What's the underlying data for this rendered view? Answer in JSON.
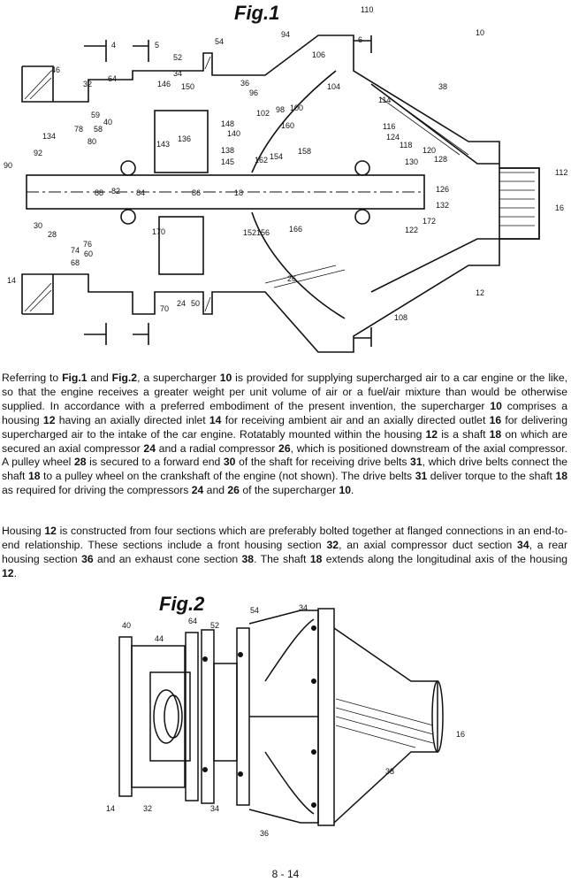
{
  "figure1": {
    "title": "Fig.1",
    "labels": [
      "110",
      "10",
      "94",
      "54",
      "6",
      "4",
      "5",
      "52",
      "46",
      "32",
      "64",
      "146",
      "34",
      "150",
      "36",
      "96",
      "106",
      "104",
      "38",
      "114",
      "59",
      "40",
      "78",
      "58",
      "148",
      "140",
      "102",
      "98",
      "100",
      "160",
      "116",
      "124",
      "118",
      "120",
      "130",
      "128",
      "112",
      "134",
      "80",
      "136",
      "143",
      "138",
      "145",
      "162",
      "154",
      "158",
      "92",
      "90",
      "88",
      "82",
      "84",
      "86",
      "18",
      "126",
      "132",
      "16",
      "172",
      "122",
      "30",
      "28",
      "76",
      "74",
      "60",
      "68",
      "170",
      "152",
      "156",
      "166",
      "14",
      "26",
      "12",
      "70",
      "24",
      "50",
      "108"
    ]
  },
  "paragraph1": [
    {
      "t": "Referring to ",
      "b": false
    },
    {
      "t": "Fig.1",
      "b": true
    },
    {
      "t": " and ",
      "b": false
    },
    {
      "t": "Fig.2",
      "b": true
    },
    {
      "t": ", a supercharger ",
      "b": false
    },
    {
      "t": "10",
      "b": true
    },
    {
      "t": " is provided for supplying supercharged air to a car engine or the like, so that the engine receives a greater weight per unit volume of air or a fuel/air mixture than would be otherwise supplied.  In accordance with a preferred embodiment of the present invention, the supercharger ",
      "b": false
    },
    {
      "t": "10",
      "b": true
    },
    {
      "t": " comprises a housing ",
      "b": false
    },
    {
      "t": "12",
      "b": true
    },
    {
      "t": " having an axially directed inlet ",
      "b": false
    },
    {
      "t": "14",
      "b": true
    },
    {
      "t": " for receiving ambient air and an axially directed outlet ",
      "b": false
    },
    {
      "t": "16",
      "b": true
    },
    {
      "t": " for delivering supercharged air to the intake of the car engine.  Rotatably mounted within the housing ",
      "b": false
    },
    {
      "t": "12",
      "b": true
    },
    {
      "t": " is a shaft ",
      "b": false
    },
    {
      "t": "18",
      "b": true
    },
    {
      "t": " on which are secured an axial compressor ",
      "b": false
    },
    {
      "t": "24",
      "b": true
    },
    {
      "t": " and a radial compressor ",
      "b": false
    },
    {
      "t": "26",
      "b": true
    },
    {
      "t": ", which is positioned downstream of the axial compressor.  A pulley wheel ",
      "b": false
    },
    {
      "t": "28",
      "b": true
    },
    {
      "t": " is secured to a forward end ",
      "b": false
    },
    {
      "t": "30",
      "b": true
    },
    {
      "t": " of the shaft for receiving drive belts ",
      "b": false
    },
    {
      "t": "31",
      "b": true
    },
    {
      "t": ", which drive belts connect the shaft ",
      "b": false
    },
    {
      "t": "18",
      "b": true
    },
    {
      "t": " to a pulley wheel on the crankshaft of the engine (not shown).  The drive belts ",
      "b": false
    },
    {
      "t": "31",
      "b": true
    },
    {
      "t": " deliver torque to the shaft ",
      "b": false
    },
    {
      "t": "18",
      "b": true
    },
    {
      "t": " as required for driving the compressors ",
      "b": false
    },
    {
      "t": "24",
      "b": true
    },
    {
      "t": " and ",
      "b": false
    },
    {
      "t": "26",
      "b": true
    },
    {
      "t": " of the supercharger ",
      "b": false
    },
    {
      "t": "10",
      "b": true
    },
    {
      "t": ".",
      "b": false
    }
  ],
  "paragraph2": [
    {
      "t": "Housing ",
      "b": false
    },
    {
      "t": "12",
      "b": true
    },
    {
      "t": " is constructed from four sections which are preferably bolted together at flanged connections in an end-to-end relationship. These sections include a front housing section ",
      "b": false
    },
    {
      "t": "32",
      "b": true
    },
    {
      "t": ", an axial compressor duct section ",
      "b": false
    },
    {
      "t": "34",
      "b": true
    },
    {
      "t": ", a rear housing section ",
      "b": false
    },
    {
      "t": "36",
      "b": true
    },
    {
      "t": " and an exhaust cone section ",
      "b": false
    },
    {
      "t": "38",
      "b": true
    },
    {
      "t": ".  The shaft ",
      "b": false
    },
    {
      "t": "18",
      "b": true
    },
    {
      "t": " extends along the longitudinal axis of the housing ",
      "b": false
    },
    {
      "t": "12",
      "b": true
    },
    {
      "t": ".",
      "b": false
    }
  ],
  "figure2": {
    "title": "Fig.2",
    "labels": [
      "54",
      "34",
      "40",
      "64",
      "52",
      "44",
      "16",
      "14",
      "32",
      "34",
      "38",
      "36"
    ]
  },
  "page_number": "8 - 14"
}
